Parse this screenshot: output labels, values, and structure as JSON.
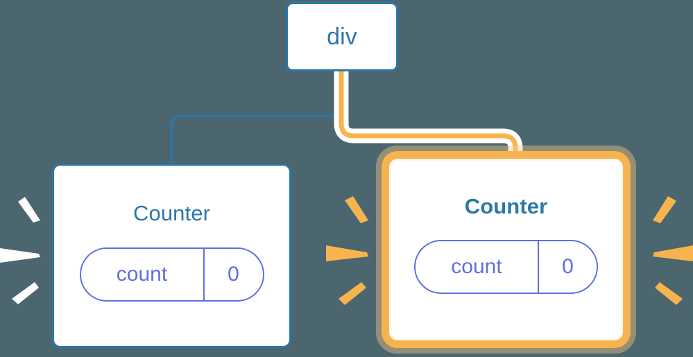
{
  "diagram": {
    "title": "component-tree-rerender",
    "background_color": "#4c6670",
    "nodes": [
      {
        "id": "div",
        "label": "div",
        "type": "element-node",
        "highlighted": false,
        "border_color": "#2b77a8",
        "title_color": "#2c77a8"
      },
      {
        "id": "counter-left",
        "label": "Counter",
        "type": "component-node",
        "highlighted": false,
        "border_color": "#2b77a8",
        "title_color": "#2c77a8",
        "state": {
          "key": "count",
          "value": "0",
          "color": "#5f6fdf"
        }
      },
      {
        "id": "counter-right",
        "label": "Counter",
        "type": "component-node",
        "highlighted": true,
        "border_color": "#f7b44e",
        "glow_color": "#fac882",
        "title_color": "#2c77a8",
        "state": {
          "key": "count",
          "value": "0",
          "color": "#5f6fdf"
        }
      }
    ],
    "edges": [
      {
        "id": "edge-div-to-counter-left",
        "from": "div",
        "to": "counter-left",
        "color": "#2b77a8",
        "highlighted": false
      },
      {
        "id": "edge-div-to-counter-right",
        "from": "div",
        "to": "counter-right",
        "color": "#f7b44e",
        "halo_color": "#ffffff",
        "highlighted": true
      }
    ],
    "sparkles": [
      {
        "id": "sparkle-left-of-counter-left",
        "color": "#ffffff",
        "direction": "right"
      },
      {
        "id": "sparkle-right-of-counter-left",
        "color": "#f7b44e",
        "direction": "right"
      },
      {
        "id": "sparkle-right-of-counter-right",
        "color": "#f7b44e",
        "direction": "left"
      }
    ]
  }
}
